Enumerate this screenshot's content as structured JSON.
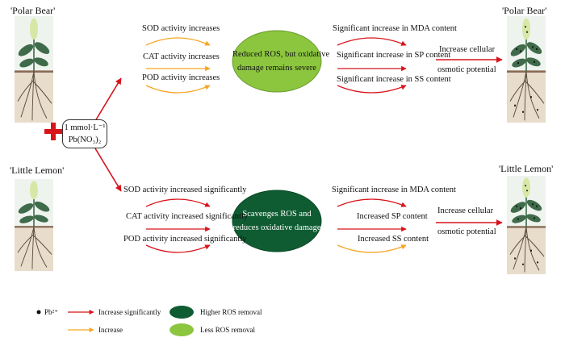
{
  "plants": {
    "top_left": "'Polar Bear'",
    "bottom_left": "'Little Lemon'",
    "top_right": "'Polar Bear'",
    "bottom_right": "'Little Lemon'"
  },
  "treatment": {
    "line1": "1 mmol·L⁻¹",
    "line2": "Pb(NO₃)₂"
  },
  "top_branch": {
    "enzymes": [
      "SOD activity increases",
      "CAT activity increases",
      "POD activity increases"
    ],
    "center_line1": "Reduced ROS, but oxidative",
    "center_line2": "damage remains severe",
    "outcomes": [
      "Significant increase in MDA content",
      "Significant increase in SP content",
      "Significant increase in SS content"
    ],
    "result_line1": "Increase cellular",
    "result_line2": "osmotic potential"
  },
  "bottom_branch": {
    "enzymes": [
      "SOD activity increased significantly",
      "CAT activity increased significantly",
      "POD activity increased significantly"
    ],
    "center_line1": "Scavenges ROS and",
    "center_line2": "reduces oxidative damage",
    "outcomes": [
      "Significant increase in MDA content",
      "Increased SP content",
      "Increased SS content"
    ],
    "result_line1": "Increase cellular",
    "result_line2": "osmotic potential"
  },
  "legend": {
    "pb": "Pb²⁺",
    "increase_significantly": "Increase significantly",
    "increase": "Increase",
    "higher_ros": "Higher ROS removal",
    "less_ros": "Less ROS removal"
  },
  "colors": {
    "significant_arrow": "#d8141b",
    "increase_arrow": "#f5a623",
    "dark_green": "#0f5c32",
    "light_green": "#8cc63f",
    "soil": "#e8dccb",
    "leaf": "#3f6b4a"
  }
}
